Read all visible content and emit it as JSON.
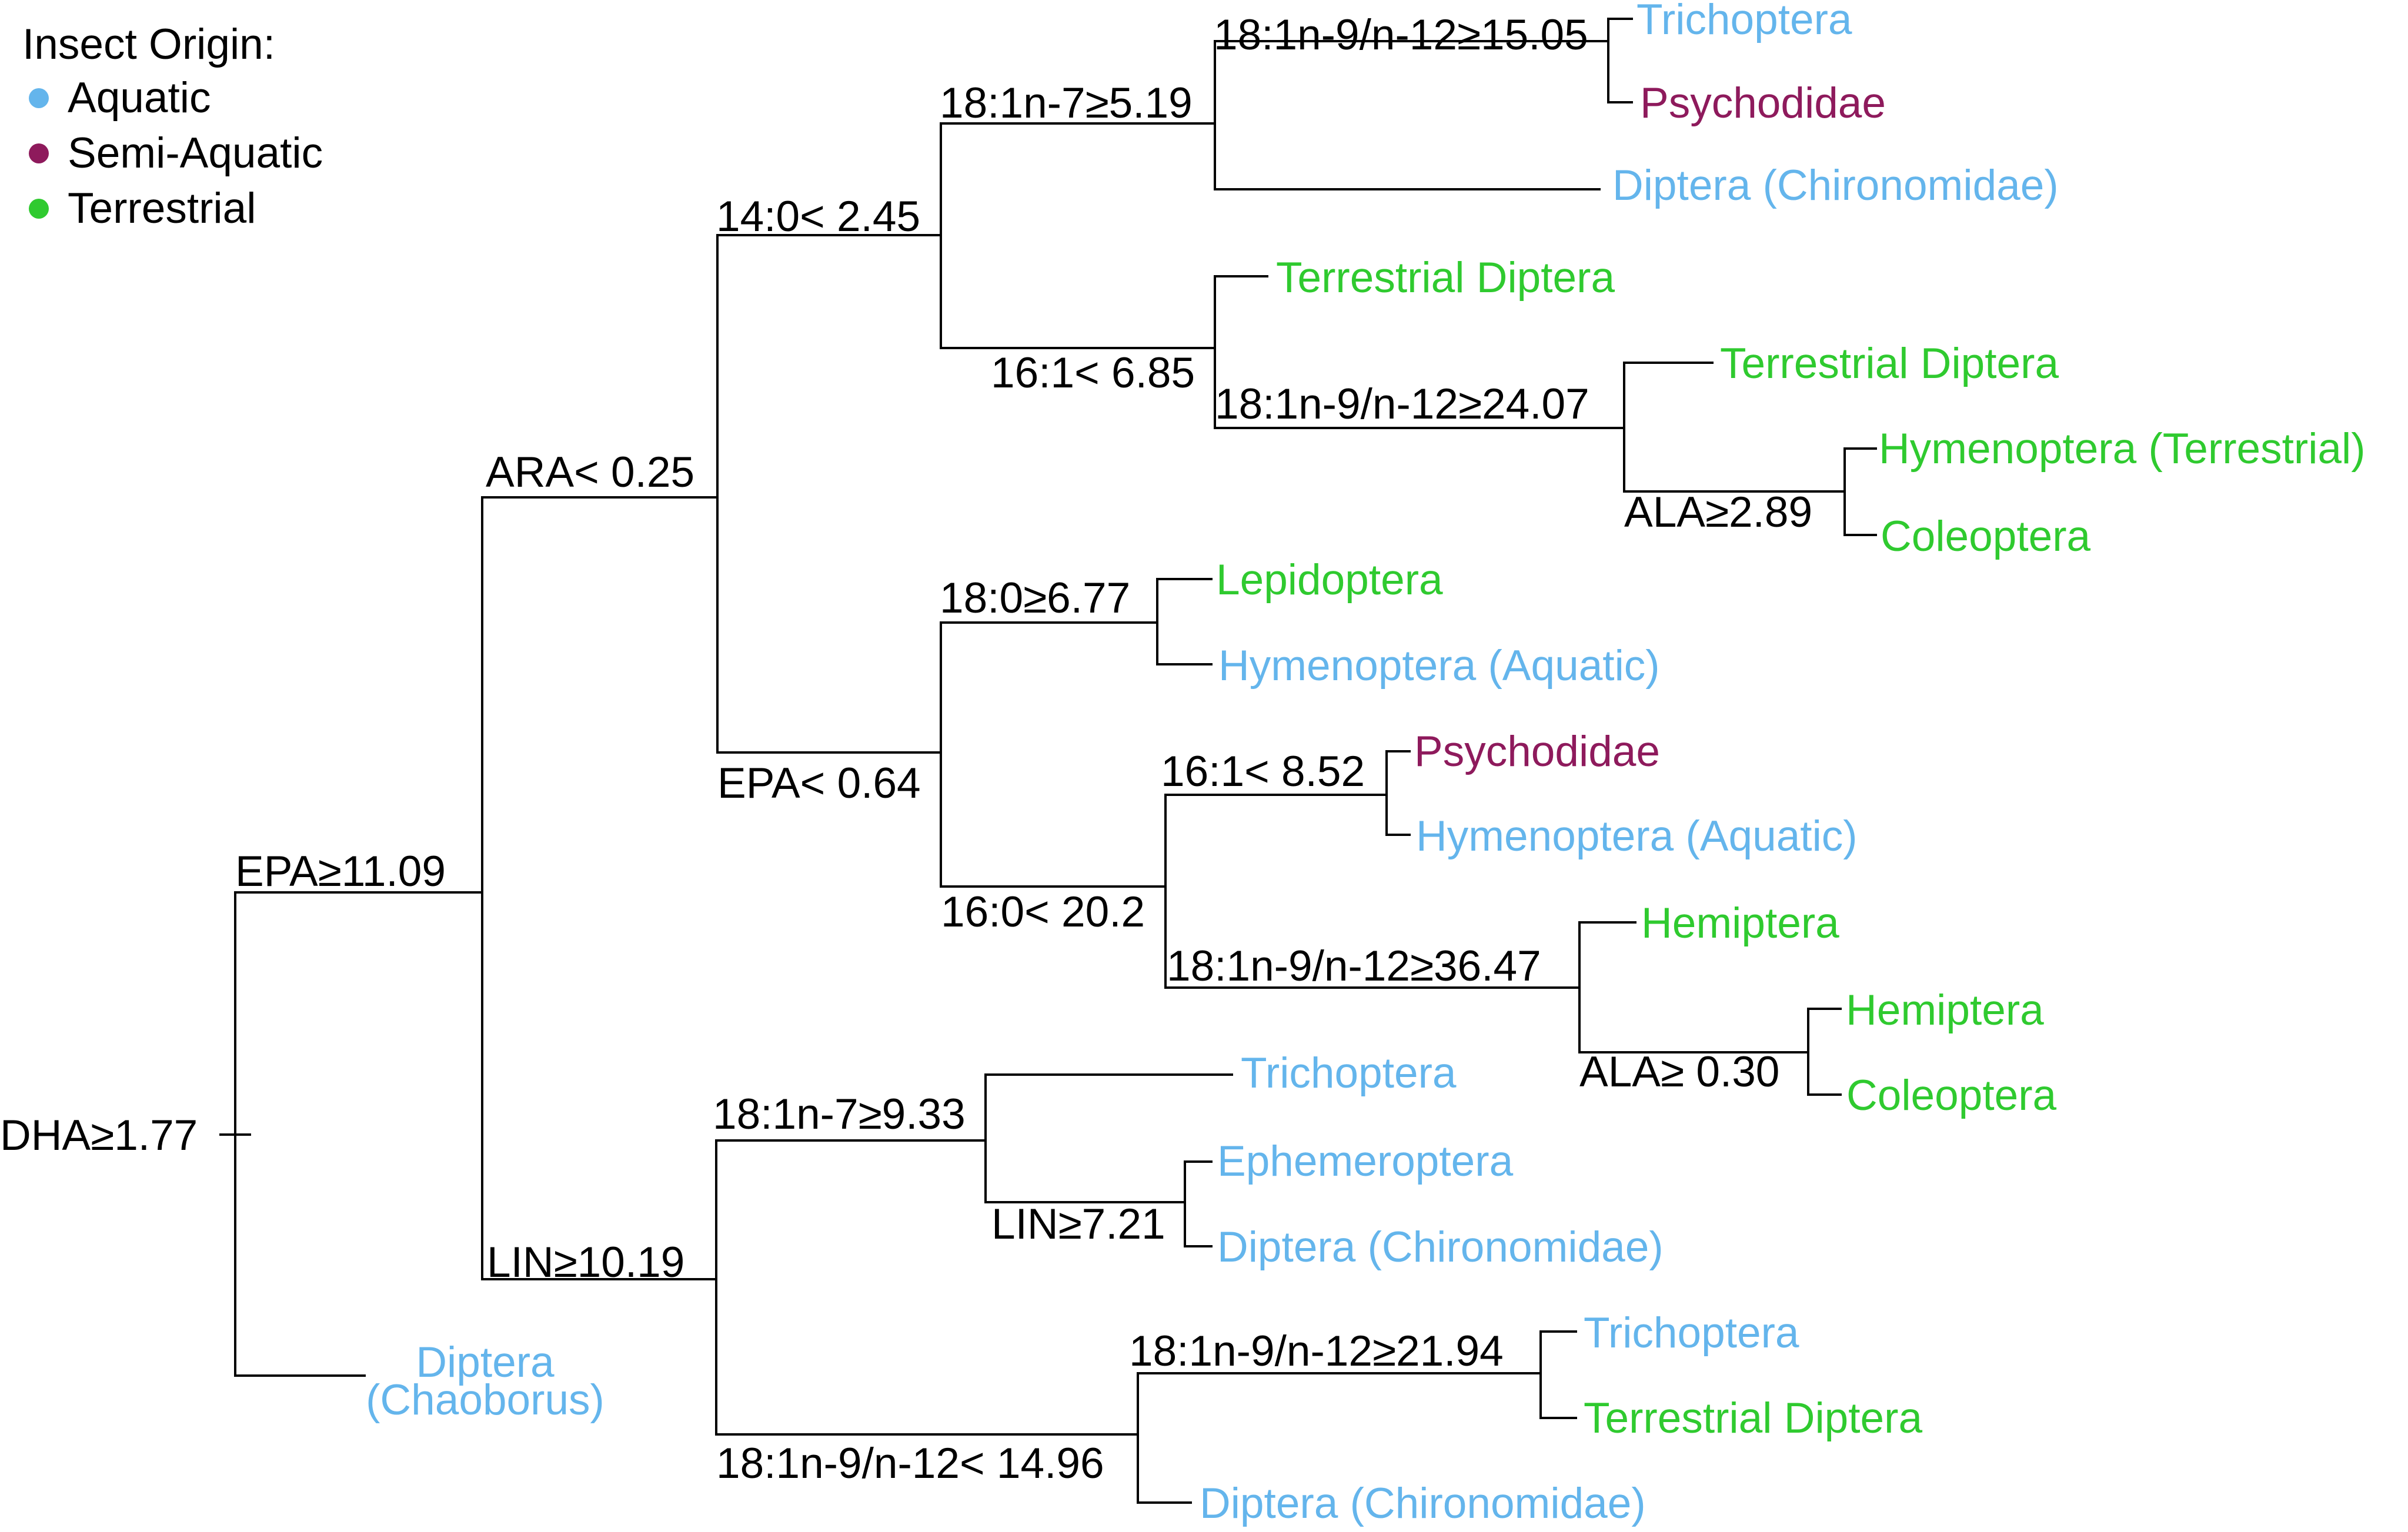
{
  "colors": {
    "aquatic": "#64b5ec",
    "semi_aquatic": "#8e1a5c",
    "terrestrial": "#2fca2f",
    "line": "#000000",
    "split_text": "#000000"
  },
  "legend": {
    "title": "Insect Origin:",
    "items": [
      {
        "label": "Aquatic",
        "color": "#64b5ec"
      },
      {
        "label": "Semi-Aquatic",
        "color": "#8e1a5c"
      },
      {
        "label": "Terrestrial",
        "color": "#2fca2f"
      }
    ]
  },
  "splits": {
    "root": "DHA≥1.77",
    "epa1109": "EPA≥11.09",
    "ara025": "ARA< 0.25",
    "c14_245": "14:0< 2.45",
    "c181n7_519": "18:1n-7≥5.19",
    "c181n9_1505": "18:1n-9/n-12≥15.05",
    "c161_685": "16:1< 6.85",
    "c181n9_2407": "18:1n-9/n-12≥24.07",
    "ala289": "ALA≥2.89",
    "epa064": "EPA< 0.64",
    "c180_677": "18:0≥6.77",
    "c160_202": "16:0< 20.2",
    "c161_852": "16:1< 8.52",
    "c181n9_3647": "18:1n-9/n-12≥36.47",
    "ala030": "ALA≥ 0.30",
    "lin1019": "LIN≥10.19",
    "c181n7_933": "18:1n-7≥9.33",
    "lin721": "LIN≥7.21",
    "c181n9_1496": "18:1n-9/n-12< 14.96",
    "c181n9_2194": "18:1n-9/n-12≥21.94"
  },
  "leaves": {
    "trichoptera_a": {
      "label": "Trichoptera",
      "origin": "aquatic"
    },
    "psychodidae_a": {
      "label": "Psychodidae",
      "origin": "semi_aquatic"
    },
    "chironomidae_a": {
      "label": "Diptera (Chironomidae)",
      "origin": "aquatic"
    },
    "terr_diptera_a": {
      "label": "Terrestrial Diptera",
      "origin": "terrestrial"
    },
    "terr_diptera_b": {
      "label": "Terrestrial Diptera",
      "origin": "terrestrial"
    },
    "hymenoptera_terr": {
      "label": "Hymenoptera (Terrestrial)",
      "origin": "terrestrial"
    },
    "coleoptera_a": {
      "label": "Coleoptera",
      "origin": "terrestrial"
    },
    "lepidoptera": {
      "label": "Lepidoptera",
      "origin": "terrestrial"
    },
    "hymenoptera_aq_a": {
      "label": "Hymenoptera (Aquatic)",
      "origin": "aquatic"
    },
    "psychodidae_b": {
      "label": "Psychodidae",
      "origin": "semi_aquatic"
    },
    "hymenoptera_aq_b": {
      "label": "Hymenoptera (Aquatic)",
      "origin": "aquatic"
    },
    "hemiptera_a": {
      "label": "Hemiptera",
      "origin": "terrestrial"
    },
    "hemiptera_b": {
      "label": "Hemiptera",
      "origin": "terrestrial"
    },
    "coleoptera_b": {
      "label": "Coleoptera",
      "origin": "terrestrial"
    },
    "trichoptera_b": {
      "label": "Trichoptera",
      "origin": "aquatic"
    },
    "ephemeroptera": {
      "label": "Ephemeroptera",
      "origin": "aquatic"
    },
    "chironomidae_b": {
      "label": "Diptera (Chironomidae)",
      "origin": "aquatic"
    },
    "trichoptera_c": {
      "label": "Trichoptera",
      "origin": "aquatic"
    },
    "terr_diptera_c": {
      "label": "Terrestrial Diptera",
      "origin": "terrestrial"
    },
    "chironomidae_c": {
      "label": "Diptera (Chironomidae)",
      "origin": "aquatic"
    },
    "chaoborus_line1": {
      "label": "Diptera",
      "origin": "aquatic"
    },
    "chaoborus_line2": {
      "label": "(Chaoborus)",
      "origin": "aquatic"
    }
  }
}
